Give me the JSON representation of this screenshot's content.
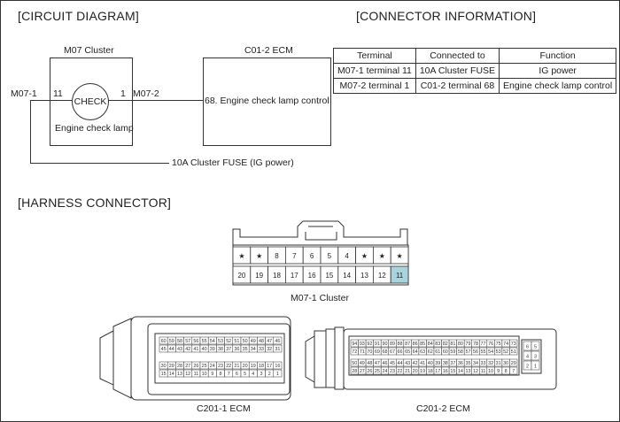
{
  "sections": {
    "circuit": "[CIRCUIT DIAGRAM]",
    "connector_info": "[CONNECTOR INFORMATION]",
    "harness": "[HARNESS CONNECTOR]"
  },
  "circuit": {
    "cluster_title": "M07 Cluster",
    "check_label": "CHECK",
    "lamp_label": "Engine check lamp",
    "ecm_title": "C01-2 ECM",
    "ecm_pin_label": "68. Engine check lamp control",
    "m071_label": "M07-1",
    "pin11": "11",
    "pin1": "1",
    "m072_label": "M07-2",
    "fuse_label": "10A Cluster FUSE (IG power)"
  },
  "connector_table": {
    "headers": [
      "Terminal",
      "Connected to",
      "Function"
    ],
    "rows": [
      [
        "M07-1 terminal 11",
        "10A Cluster FUSE",
        "IG power"
      ],
      [
        "M07-2 terminal 1",
        "C01-2 terminal 68",
        "Engine check lamp control"
      ]
    ]
  },
  "harness": {
    "m071_top_pins": [
      "★",
      "★",
      "8",
      "7",
      "6",
      "5",
      "4",
      "★",
      "★",
      "★"
    ],
    "m071_bottom_pins": [
      "20",
      "19",
      "18",
      "17",
      "16",
      "15",
      "14",
      "13",
      "12",
      "11"
    ],
    "m071_caption": "M07-1 Cluster",
    "highlight_color": "#a9d4de",
    "ecm1_rows": [
      "60 59 58 57 56 55 54 53 52 51 50 49 48 47 46",
      "45 44 43 42 41 40 39 38 37 36 35 34 33 32 31",
      "30 29 28 27 26 25 24 23 22 21 20 19 18 17 16",
      "15 14 13 12 11 10 9 8 7 6 5 4 3 2 1"
    ],
    "ecm1_caption": "C201-1 ECM",
    "ecm2_rows": [
      "94 93 92 91 90 89 88 87 86 85 84 83 82 81 80 79 78 77 76 75 74 73",
      "72 71 70 69 68 67 66 65 64 63 62 61 60 59 58 57 56 55 54 53 52 51",
      "50 49 48 47 46 45 44 43 42 41 40 39 38 37 36 35 34 33 32 31 30 29",
      "28 27 26 25 24 23 22 21 20 19 18 17 16 15 14 13 12 11 10 9 8 7"
    ],
    "ecm2_side_pins": [
      "6",
      "5",
      "4",
      "3",
      "2",
      "1"
    ],
    "ecm2_caption": "C201-2 ECM"
  }
}
